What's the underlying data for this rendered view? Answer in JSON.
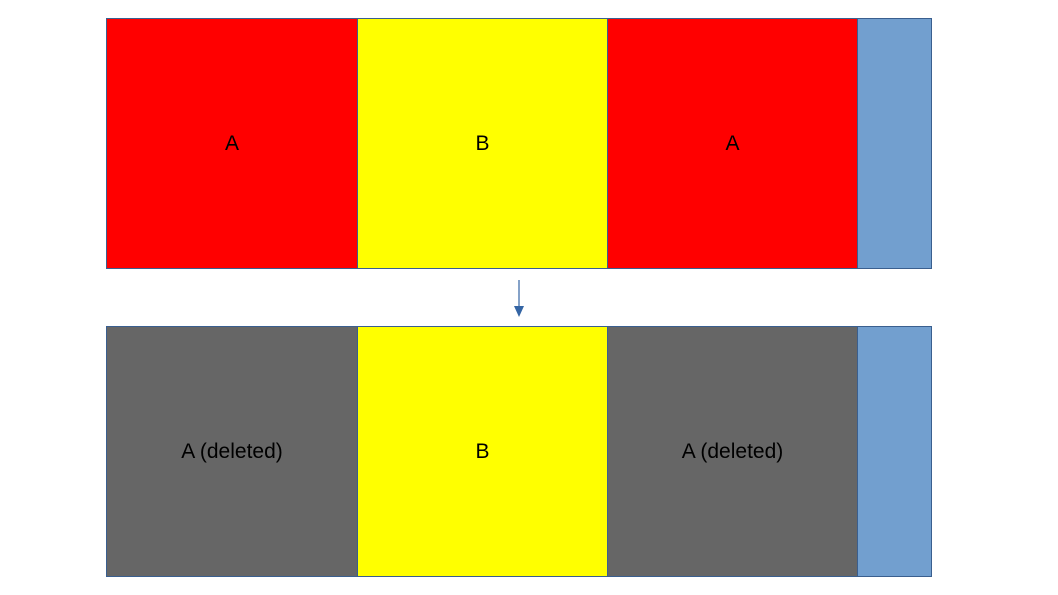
{
  "colors": {
    "a": "#ff0000",
    "b": "#ffff00",
    "deleted": "#666666",
    "free": "#729fcf",
    "border": "#3a5f8f",
    "arrow": "#3465a4"
  },
  "before": {
    "blocks": [
      {
        "label": "A",
        "kind": "a"
      },
      {
        "label": "B",
        "kind": "b"
      },
      {
        "label": "A",
        "kind": "a"
      },
      {
        "label": "",
        "kind": "free"
      }
    ]
  },
  "after": {
    "blocks": [
      {
        "label": "A (deleted)",
        "kind": "deleted"
      },
      {
        "label": "B",
        "kind": "b"
      },
      {
        "label": "A (deleted)",
        "kind": "deleted"
      },
      {
        "label": "",
        "kind": "free"
      }
    ]
  },
  "arrow_icon": "arrow-down-icon"
}
